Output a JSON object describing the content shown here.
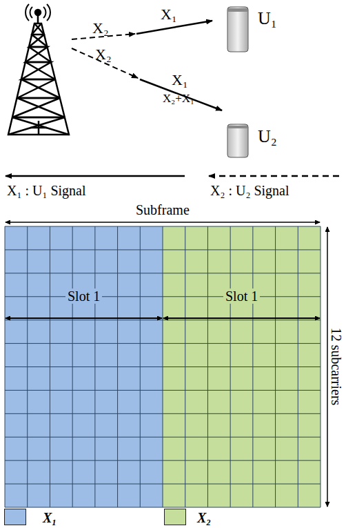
{
  "diagram": {
    "nodes": [
      {
        "text": [
          "Slot 1"
        ]
      },
      {
        "text": [
          "Slot 1"
        ]
      }
    ],
    "labels": [
      "X₂",
      "X₁",
      "X₂",
      "X₁",
      "X₂+X₁",
      "U₁",
      "U₂",
      "X₁ : U₁ Signal",
      "X₂ : U₂ Signal",
      "Subframe",
      "12 subcarriers"
    ],
    "legend": [
      {
        "text": "X₁",
        "color": "#9dbde6"
      },
      {
        "text": "X₂",
        "color": "#c5de9c"
      }
    ]
  }
}
